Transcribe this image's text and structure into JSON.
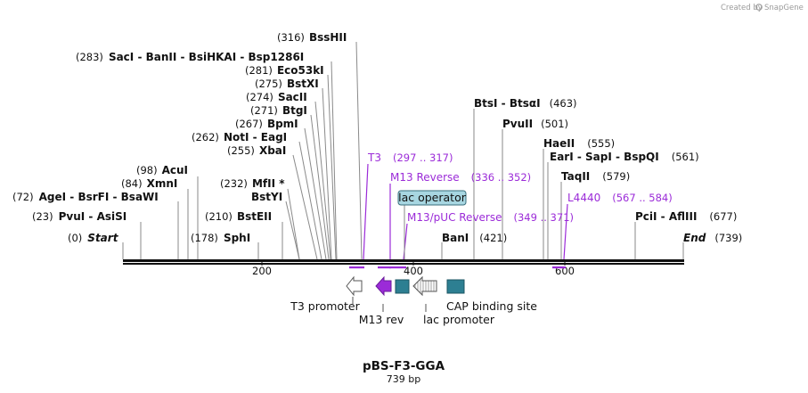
{
  "credit": {
    "created_by": "Created by",
    "brand": "SnapGene"
  },
  "title": {
    "name": "pBS-F3-GGA",
    "length": "739 bp"
  },
  "colors": {
    "primer": "#9b2bd8",
    "feature": "#2d7f92",
    "operator_fill": "#a7d6e1"
  },
  "sequence": {
    "length": 739,
    "ticks": [
      "200",
      "400",
      "600"
    ]
  },
  "sites": [
    {
      "pos": 0,
      "label_pos": "(0)",
      "names": [
        "Start"
      ],
      "italic": true
    },
    {
      "pos": 23,
      "label_pos": "(23)",
      "names": [
        "PvuI",
        "AsiSI"
      ]
    },
    {
      "pos": 72,
      "label_pos": "(72)",
      "names": [
        "AgeI",
        "BsrFI",
        "BsaWI"
      ]
    },
    {
      "pos": 84,
      "label_pos": "(84)",
      "names": [
        "XmnI"
      ]
    },
    {
      "pos": 98,
      "label_pos": "(98)",
      "names": [
        "AcuI"
      ]
    },
    {
      "pos": 178,
      "label_pos": "(178)",
      "names": [
        "SphI"
      ],
      "pos_first": true
    },
    {
      "pos": 210,
      "label_pos": "(210)",
      "names": [
        "BstEII"
      ]
    },
    {
      "pos": 232,
      "label_pos": "(232)",
      "names": [
        "MfII *"
      ]
    },
    {
      "pos": 232,
      "label_pos": "",
      "names": [
        "BstYI"
      ]
    },
    {
      "pos": 255,
      "label_pos": "(255)",
      "names": [
        "XbaI"
      ]
    },
    {
      "pos": 262,
      "label_pos": "(262)",
      "names": [
        "NotI",
        "EagI"
      ]
    },
    {
      "pos": 267,
      "label_pos": "(267)",
      "names": [
        "BpmI"
      ]
    },
    {
      "pos": 271,
      "label_pos": "(271)",
      "names": [
        "BtgI"
      ]
    },
    {
      "pos": 274,
      "label_pos": "(274)",
      "names": [
        "SacII"
      ]
    },
    {
      "pos": 275,
      "label_pos": "(275)",
      "names": [
        "BstXI"
      ]
    },
    {
      "pos": 281,
      "label_pos": "(281)",
      "names": [
        "Eco53kI"
      ]
    },
    {
      "pos": 283,
      "label_pos": "(283)",
      "names": [
        "SacI",
        "BanII",
        "BsiHKAI",
        "Bsp1286I"
      ]
    },
    {
      "pos": 316,
      "label_pos": "(316)",
      "names": [
        "BssHII"
      ]
    },
    {
      "pos": 421,
      "label_pos": "(421)",
      "names": [
        "BanI"
      ]
    },
    {
      "pos": 463,
      "label_pos": "(463)",
      "names": [
        "BtsI",
        "BtsαI"
      ]
    },
    {
      "pos": 501,
      "label_pos": "(501)",
      "names": [
        "PvuII"
      ]
    },
    {
      "pos": 555,
      "label_pos": "(555)",
      "names": [
        "HaeII"
      ]
    },
    {
      "pos": 561,
      "label_pos": "(561)",
      "names": [
        "EarI",
        "SapI",
        "BspQI"
      ]
    },
    {
      "pos": 579,
      "label_pos": "(579)",
      "names": [
        "TaqII"
      ]
    },
    {
      "pos": 677,
      "label_pos": "(677)",
      "names": [
        "PciI",
        "AflIII"
      ]
    },
    {
      "pos": 739,
      "label_pos": "(739)",
      "names": [
        "End"
      ],
      "italic": true
    }
  ],
  "primers": [
    {
      "name": "T3",
      "range": "(297 .. 317)",
      "start": 297,
      "end": 317
    },
    {
      "name": "M13 Reverse",
      "range": "(336 .. 352)",
      "start": 336,
      "end": 352
    },
    {
      "name": "M13/pUC Reverse",
      "range": "(349 .. 371)",
      "start": 349,
      "end": 371
    },
    {
      "name": "L4440",
      "range": "(567 .. 584)",
      "start": 567,
      "end": 584
    }
  ],
  "operator": {
    "label": "lac operator"
  },
  "features": [
    {
      "id": "t3-promoter",
      "label": "T3 promoter"
    },
    {
      "id": "m13-rev",
      "label": "M13 rev"
    },
    {
      "id": "lac-promoter",
      "label": "lac promoter"
    },
    {
      "id": "cap-binding-site",
      "label": "CAP binding site"
    }
  ]
}
